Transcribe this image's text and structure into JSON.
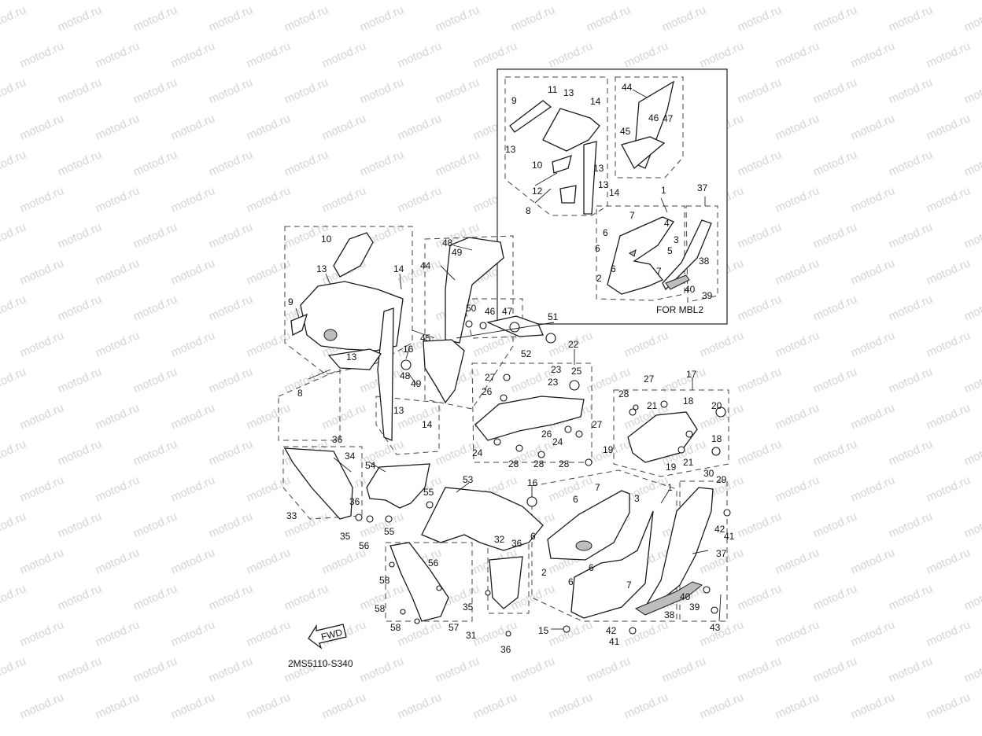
{
  "watermark": "motod.ru",
  "inset": {
    "caption": "FOR MBL2"
  },
  "diagram_code": "2MS5110-S340",
  "fwd_label": "FWD",
  "main_labels": [
    "10",
    "13",
    "14",
    "9",
    "13",
    "16",
    "48",
    "49",
    "13",
    "14",
    "8",
    "36",
    "34",
    "33",
    "54",
    "36",
    "35",
    "56",
    "55",
    "55",
    "53",
    "56",
    "58",
    "58",
    "58",
    "57",
    "31",
    "35",
    "36",
    "32",
    "36",
    "16",
    "6",
    "6",
    "2",
    "6",
    "6",
    "7",
    "3",
    "1",
    "37",
    "42",
    "41",
    "40",
    "39",
    "43",
    "38",
    "7",
    "42",
    "41",
    "15",
    "44",
    "48",
    "49",
    "50",
    "46",
    "47",
    "51",
    "45",
    "52",
    "22",
    "23",
    "27",
    "25",
    "26",
    "23",
    "24",
    "28",
    "28",
    "24",
    "26",
    "27",
    "28",
    "19",
    "17",
    "27",
    "28",
    "21",
    "18",
    "20",
    "18",
    "21",
    "19",
    "30",
    "29"
  ],
  "inset_labels": [
    "11",
    "13",
    "14",
    "9",
    "13",
    "10",
    "13",
    "12",
    "13",
    "14",
    "8",
    "44",
    "46",
    "47",
    "45",
    "1",
    "37",
    "7",
    "6",
    "4",
    "3",
    "6",
    "5",
    "2",
    "6",
    "7",
    "38",
    "40",
    "39"
  ]
}
